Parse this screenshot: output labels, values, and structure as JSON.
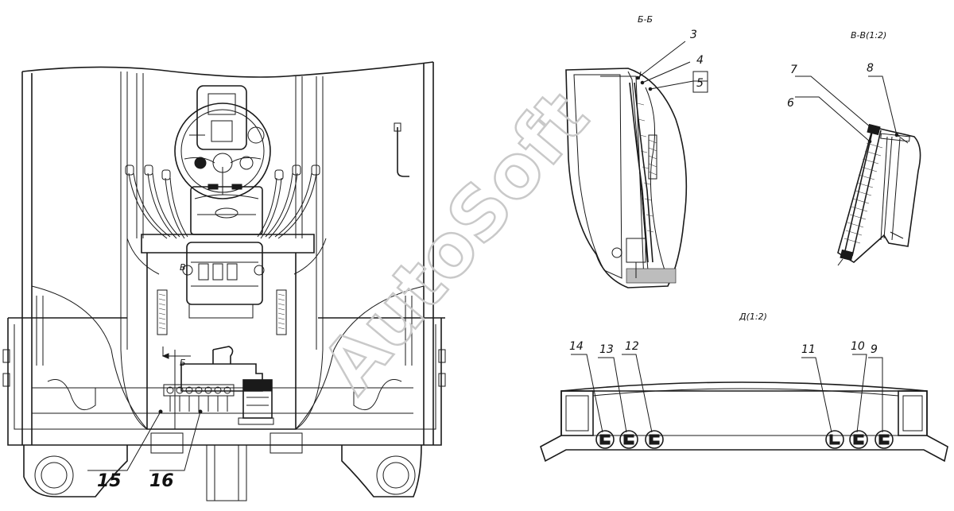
{
  "watermark": "AutoSoft",
  "sections": {
    "b": "Б-Б",
    "v": "В-В(1:2)",
    "d": "Д(1:2)"
  },
  "callouts": {
    "c3": "3",
    "c4": "4",
    "c5": "5",
    "c6": "6",
    "c7": "7",
    "c8": "8",
    "c9": "9",
    "c10": "10",
    "c11": "11",
    "c12": "12",
    "c13": "13",
    "c14": "14",
    "c15": "15",
    "c16": "16"
  },
  "view_marks": {
    "view_letter_b": "Б",
    "view_letter_v": "В"
  }
}
